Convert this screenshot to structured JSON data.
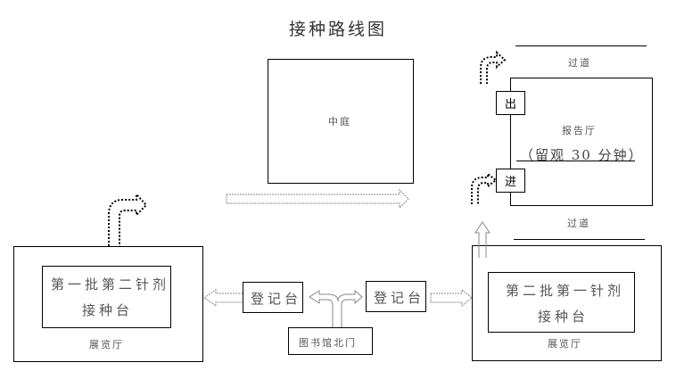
{
  "title": "接种路线图",
  "courtyard": {
    "label": "中庭"
  },
  "lecture_hall": {
    "label": "报告厅",
    "note": "（留观 30 分钟）",
    "exit_label": "出",
    "entry_label": "进"
  },
  "corridors": [
    {
      "label": "过道"
    },
    {
      "label": "过道"
    }
  ],
  "left_hall": {
    "label": "展览厅",
    "station_line1": "第一批第二针剂",
    "station_line2": "接种台"
  },
  "right_hall": {
    "label": "展览厅",
    "station_line1": "第二批第一针剂",
    "station_line2": "接种台"
  },
  "registration": [
    {
      "label": "登记台"
    },
    {
      "label": "登记台"
    }
  ],
  "entrance": {
    "label": "图书馆北门"
  }
}
